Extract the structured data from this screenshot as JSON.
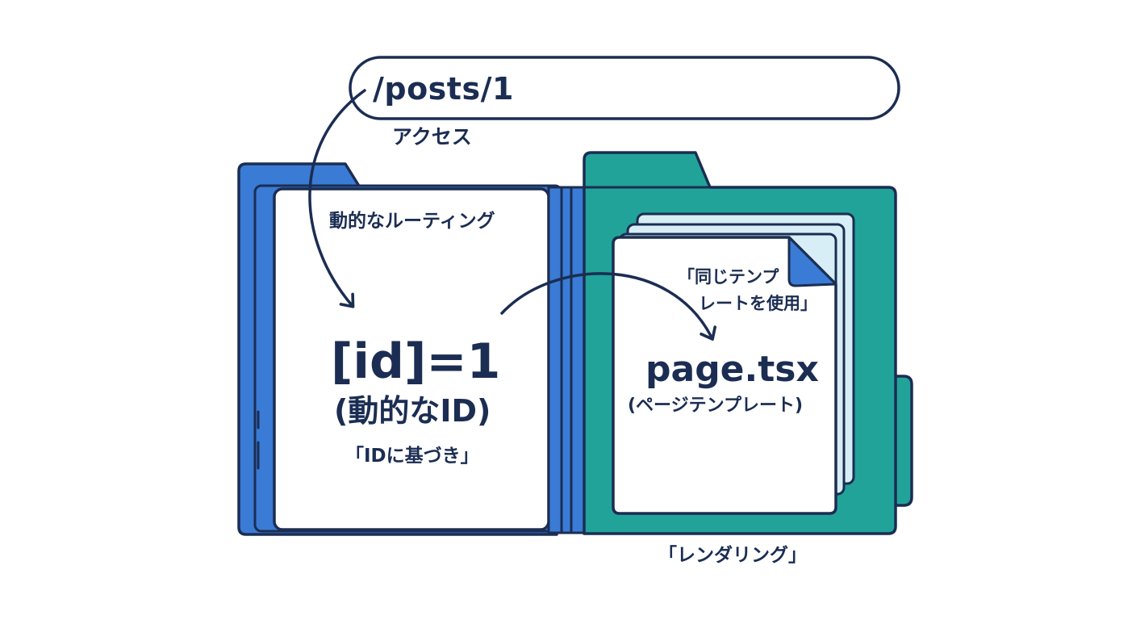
{
  "url_bar": {
    "path": "/posts/1",
    "label": "アクセス"
  },
  "routing_folder": {
    "heading": "動的なルーティング",
    "param": "[id]=1",
    "param_note": "(動的なID)",
    "caption": "「IDに基づき」"
  },
  "template_folder": {
    "note_line1": "「同じテンプ",
    "note_line2": "レートを使用」",
    "file_name": "page.tsx",
    "file_desc": "(ページテンプレート)",
    "caption": "「レンダリング」"
  },
  "colors": {
    "outline": "#1b2d52",
    "blue_folder": "#3a7bd5",
    "teal_folder": "#22a39a",
    "paper": "#ffffff",
    "paper_back": "#d8eef6",
    "page_fold": "#3a7bd5"
  }
}
